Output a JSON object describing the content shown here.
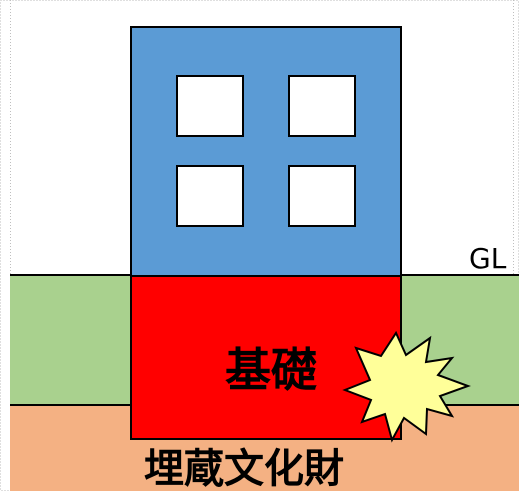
{
  "labels": {
    "ground_level": "GL",
    "foundation": "基礎",
    "buried_cultural_property": "埋蔵文化財"
  },
  "colors": {
    "sky": "#ffffff",
    "grid_line": "#bfbfbf",
    "ground_surface_layer": "#a9d18e",
    "buried_layer": "#f4b183",
    "building": "#5b9bd5",
    "window": "#ffffff",
    "foundation": "#ff0000",
    "impact": "#ffff99",
    "outline": "#000000"
  },
  "building": {
    "window_count": 4
  }
}
